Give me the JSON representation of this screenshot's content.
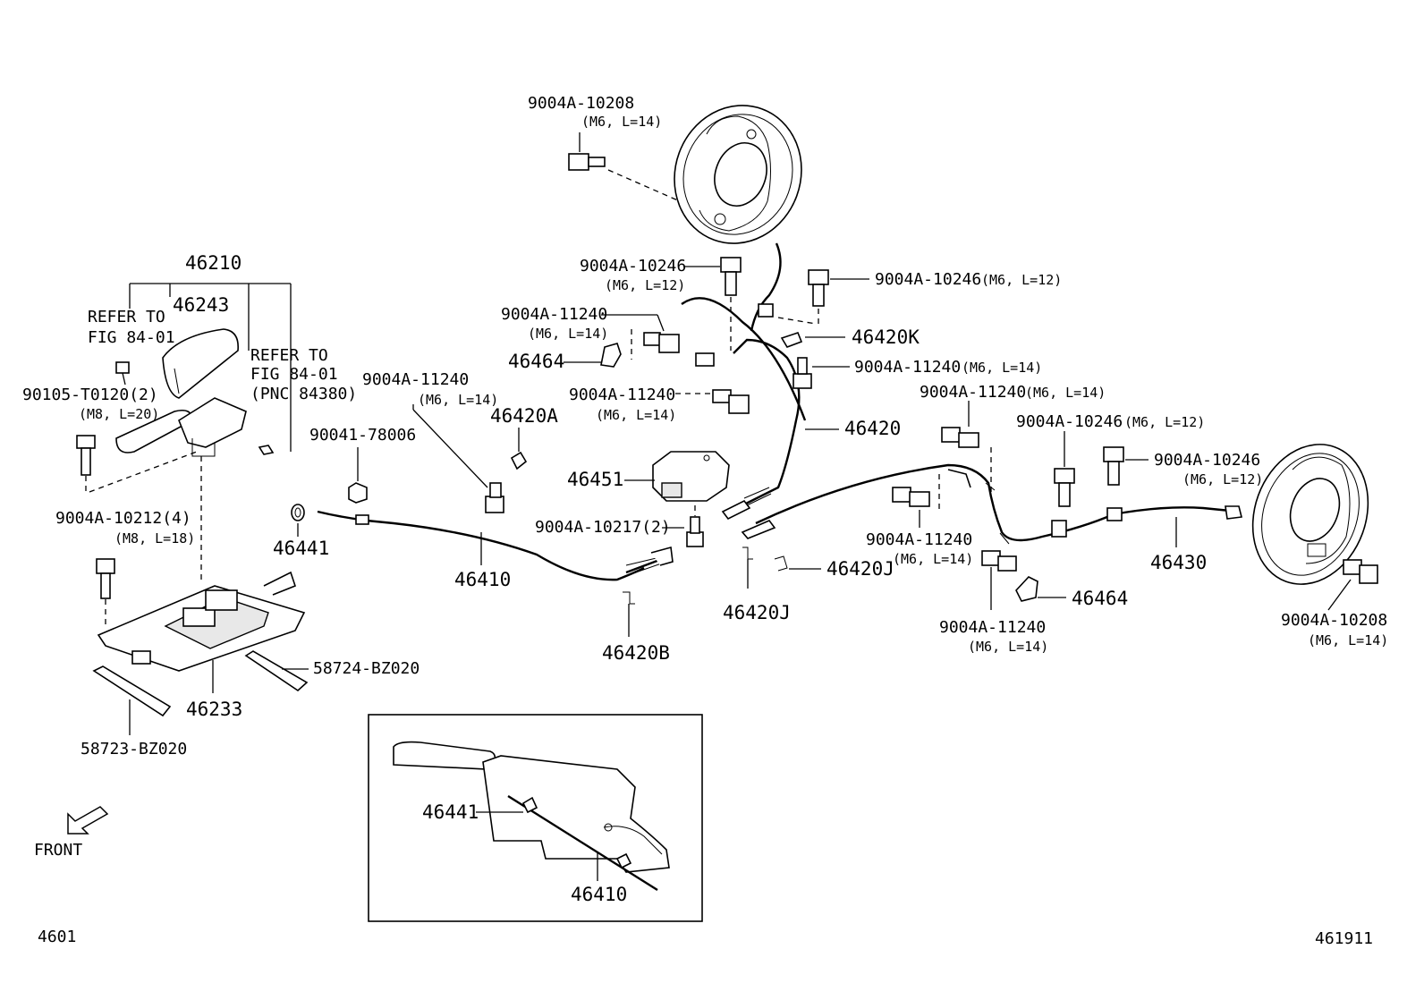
{
  "labels": {
    "top_bolt_pn": "9004A-10208",
    "top_bolt_spec": "(M6, L=14)",
    "lever_assy": "46210",
    "lever_cover": "46243",
    "refer_a_1": "REFER TO",
    "refer_a_2": "FIG 84-01",
    "refer_b_1": "REFER TO",
    "refer_b_2": "FIG 84-01",
    "refer_b_3": "(PNC 84380)",
    "bolt_90105": "90105-T0120(2)",
    "bolt_90105_spec": "(M8, L=20)",
    "nut_90041": "90041-78006",
    "bolt_10212": "9004A-10212(4)",
    "bolt_10212_spec": "(M8, L=18)",
    "grommet": "46441",
    "cable_front": "46410",
    "bolt_11240_a": "9004A-11240",
    "bolt_11240_a_spec": "(M6, L=14)",
    "clip_46420a": "46420A",
    "clip_46420b": "46420B",
    "retainer_46451": "46451",
    "bolt_10217": "9004A-10217(2)",
    "bolt_10246_a": "9004A-10246",
    "bolt_10246_a_spec": "(M6, L=12)",
    "bolt_11240_b": "9004A-11240",
    "bolt_11240_b_spec": "(M6, L=14)",
    "bracket_46464_a": "46464",
    "bolt_11240_c": "9004A-11240",
    "bolt_11240_c_spec": "(M6, L=14)",
    "bolt_10246_b": "9004A-10246",
    "bolt_10246_b_spec": "(M6, L=12)",
    "clip_46420k": "46420K",
    "bolt_11240_d": "9004A-11240",
    "bolt_11240_d_spec": "(M6, L=14)",
    "cable_46420": "46420",
    "bolt_11240_e": "9004A-11240",
    "bolt_11240_e_spec": "(M6, L=14)",
    "bolt_10246_c": "9004A-10246",
    "bolt_10246_c_spec": "(M6, L=12)",
    "bolt_10246_d": "9004A-10246",
    "bolt_10246_d_spec": "(M6, L=12)",
    "bolt_11240_f": "9004A-11240",
    "bolt_11240_f_spec": "(M6, L=14)",
    "clip_46420j_a": "46420J",
    "clip_46420j_b": "46420J",
    "cable_46430": "46430",
    "bracket_46464_b": "46464",
    "bolt_11240_g": "9004A-11240",
    "bolt_11240_g_spec": "(M6, L=14)",
    "bolt_10208_b": "9004A-10208",
    "bolt_10208_b_spec": "(M6, L=14)",
    "bracket_46233": "46233",
    "plate_58724": "58724-BZ020",
    "plate_58723": "58723-BZ020",
    "inset_grommet": "46441",
    "inset_cable": "46410",
    "front": "FRONT",
    "fig_no": "4601",
    "illus_no": "461911"
  }
}
